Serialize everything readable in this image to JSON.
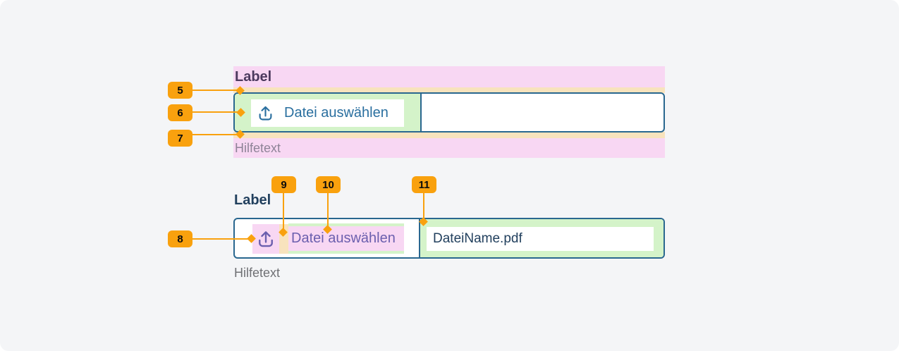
{
  "components": {
    "empty": {
      "label": "Label",
      "button": "Datei auswählen",
      "helper": "Hilfetext"
    },
    "filled": {
      "label": "Label",
      "button": "Datei auswählen",
      "helper": "Hilfetext",
      "filename": "DateiName.pdf"
    }
  },
  "markers": [
    {
      "number": "5",
      "target": "spacing-above-field"
    },
    {
      "number": "6",
      "target": "choose-file-button"
    },
    {
      "number": "7",
      "target": "spacing-below-field"
    },
    {
      "number": "8",
      "target": "upload-icon"
    },
    {
      "number": "9",
      "target": "icon-text-spacing"
    },
    {
      "number": "10",
      "target": "button-text"
    },
    {
      "number": "11",
      "target": "file-name-zone"
    }
  ],
  "colors": {
    "canvas_background": "#f4f5f7",
    "highlight_pink": "#f8d7f3",
    "highlight_orange": "#f8e3bd",
    "highlight_green": "#d4f3c9",
    "marker_orange": "#f9a10e",
    "field_border_blue": "#29678f",
    "button_text_blue": "#2a6f9f",
    "button_text_purple": "#6b5fae",
    "value_text_navy": "#22405e",
    "label_text_dark": "#4c3a5e",
    "helper_text_gray": "#6f7074"
  }
}
